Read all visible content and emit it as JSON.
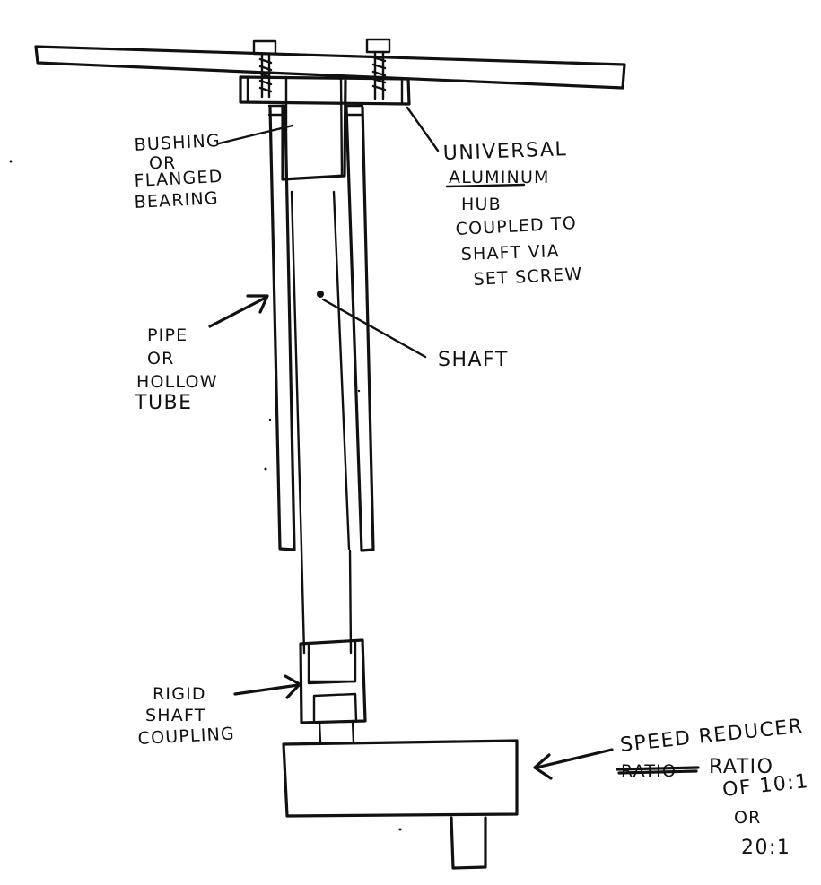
{
  "labels": {
    "bushing": [
      "BUSHING",
      "OR",
      "FLANGED",
      "BEARING"
    ],
    "hub": [
      "UNIVERSAL",
      "ALUMINUM",
      "HUB",
      "COUPLED TO",
      "SHAFT VIA",
      "SET SCREW"
    ],
    "pipe": [
      "PIPE",
      "OR",
      "HOLLOW",
      "TUBE"
    ],
    "shaft": "SHAFT",
    "coupling": [
      "RIGID",
      "SHAFT",
      "COUPLING"
    ],
    "reducer": {
      "line1": "SPEED REDUCER",
      "struck": "RATIO",
      "line2": "RATIO",
      "line3": "OF 10:1",
      "line4": "OR",
      "line5": "20:1"
    }
  }
}
